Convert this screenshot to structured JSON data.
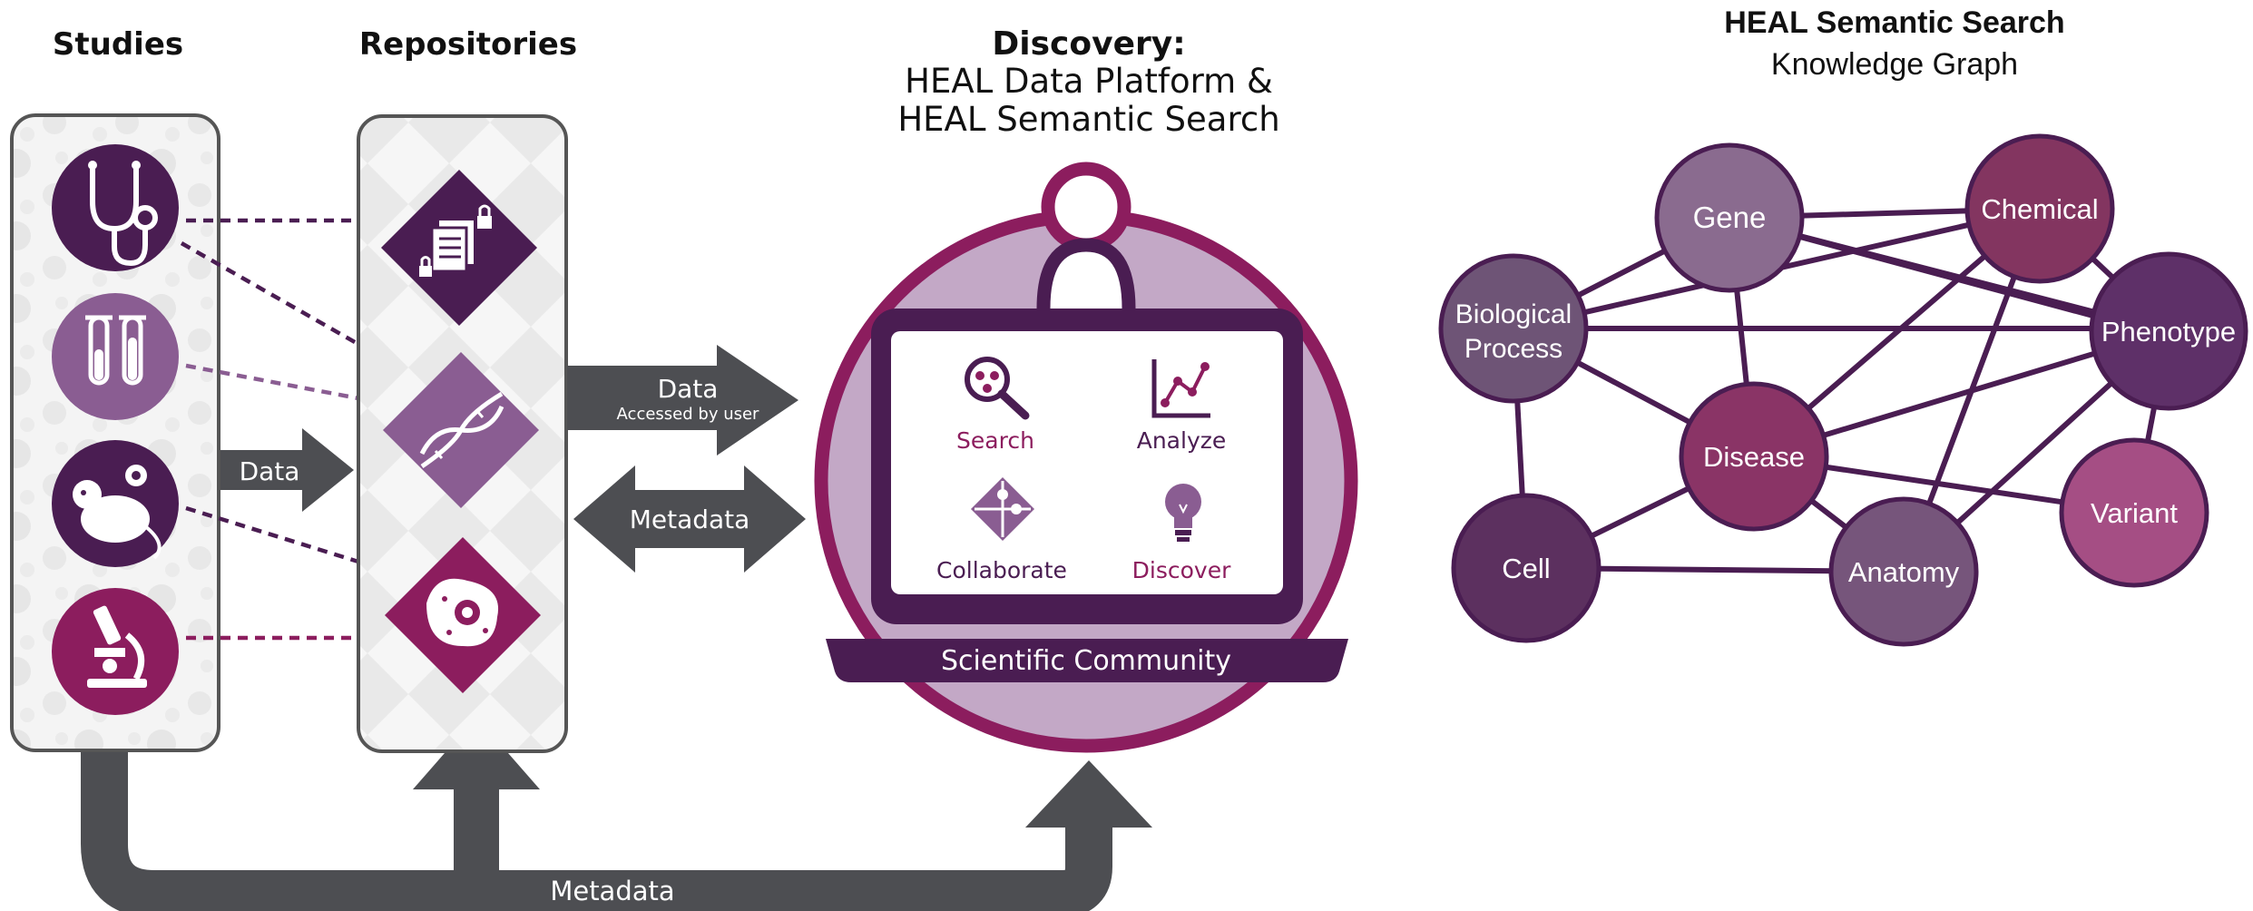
{
  "headers": {
    "studies": "Studies",
    "repositories": "Repositories",
    "discovery_line1": "Discovery:",
    "discovery_line2": "HEAL Data Platform &",
    "discovery_line3": "HEAL Semantic Search",
    "kg_title": "HEAL Semantic Search",
    "kg_subtitle": "Knowledge Graph"
  },
  "studies": {
    "icons": [
      "stethoscope-icon",
      "test-tubes-icon",
      "mouse-icon",
      "microscope-icon"
    ]
  },
  "repositories": {
    "icons": [
      "locked-documents-icon",
      "dna-icon",
      "cell-icon"
    ]
  },
  "arrows": {
    "data": "Data",
    "data_out": "Data",
    "data_out_sub": "Accessed by user",
    "metadata_mid": "Metadata",
    "metadata_bottom": "Metadata"
  },
  "laptop": {
    "actions": [
      {
        "label": "Search",
        "icon": "magnifier-icon"
      },
      {
        "label": "Analyze",
        "icon": "line-chart-icon"
      },
      {
        "label": "Collaborate",
        "icon": "puzzle-icon"
      },
      {
        "label": "Discover",
        "icon": "lightbulb-icon"
      }
    ],
    "base_label": "Scientific Community"
  },
  "knowledge_graph": {
    "nodes": {
      "gene": "Gene",
      "chemical": "Chemical",
      "bio_process_l1": "Biological",
      "bio_process_l2": "Process",
      "phenotype": "Phenotype",
      "disease": "Disease",
      "variant": "Variant",
      "cell": "Cell",
      "anatomy": "Anatomy"
    }
  },
  "colors": {
    "dark_purple": "#4a1d52",
    "mid_purple": "#8a5d92",
    "magenta": "#8c1d5e",
    "arrow_gray": "#4d4e52"
  }
}
